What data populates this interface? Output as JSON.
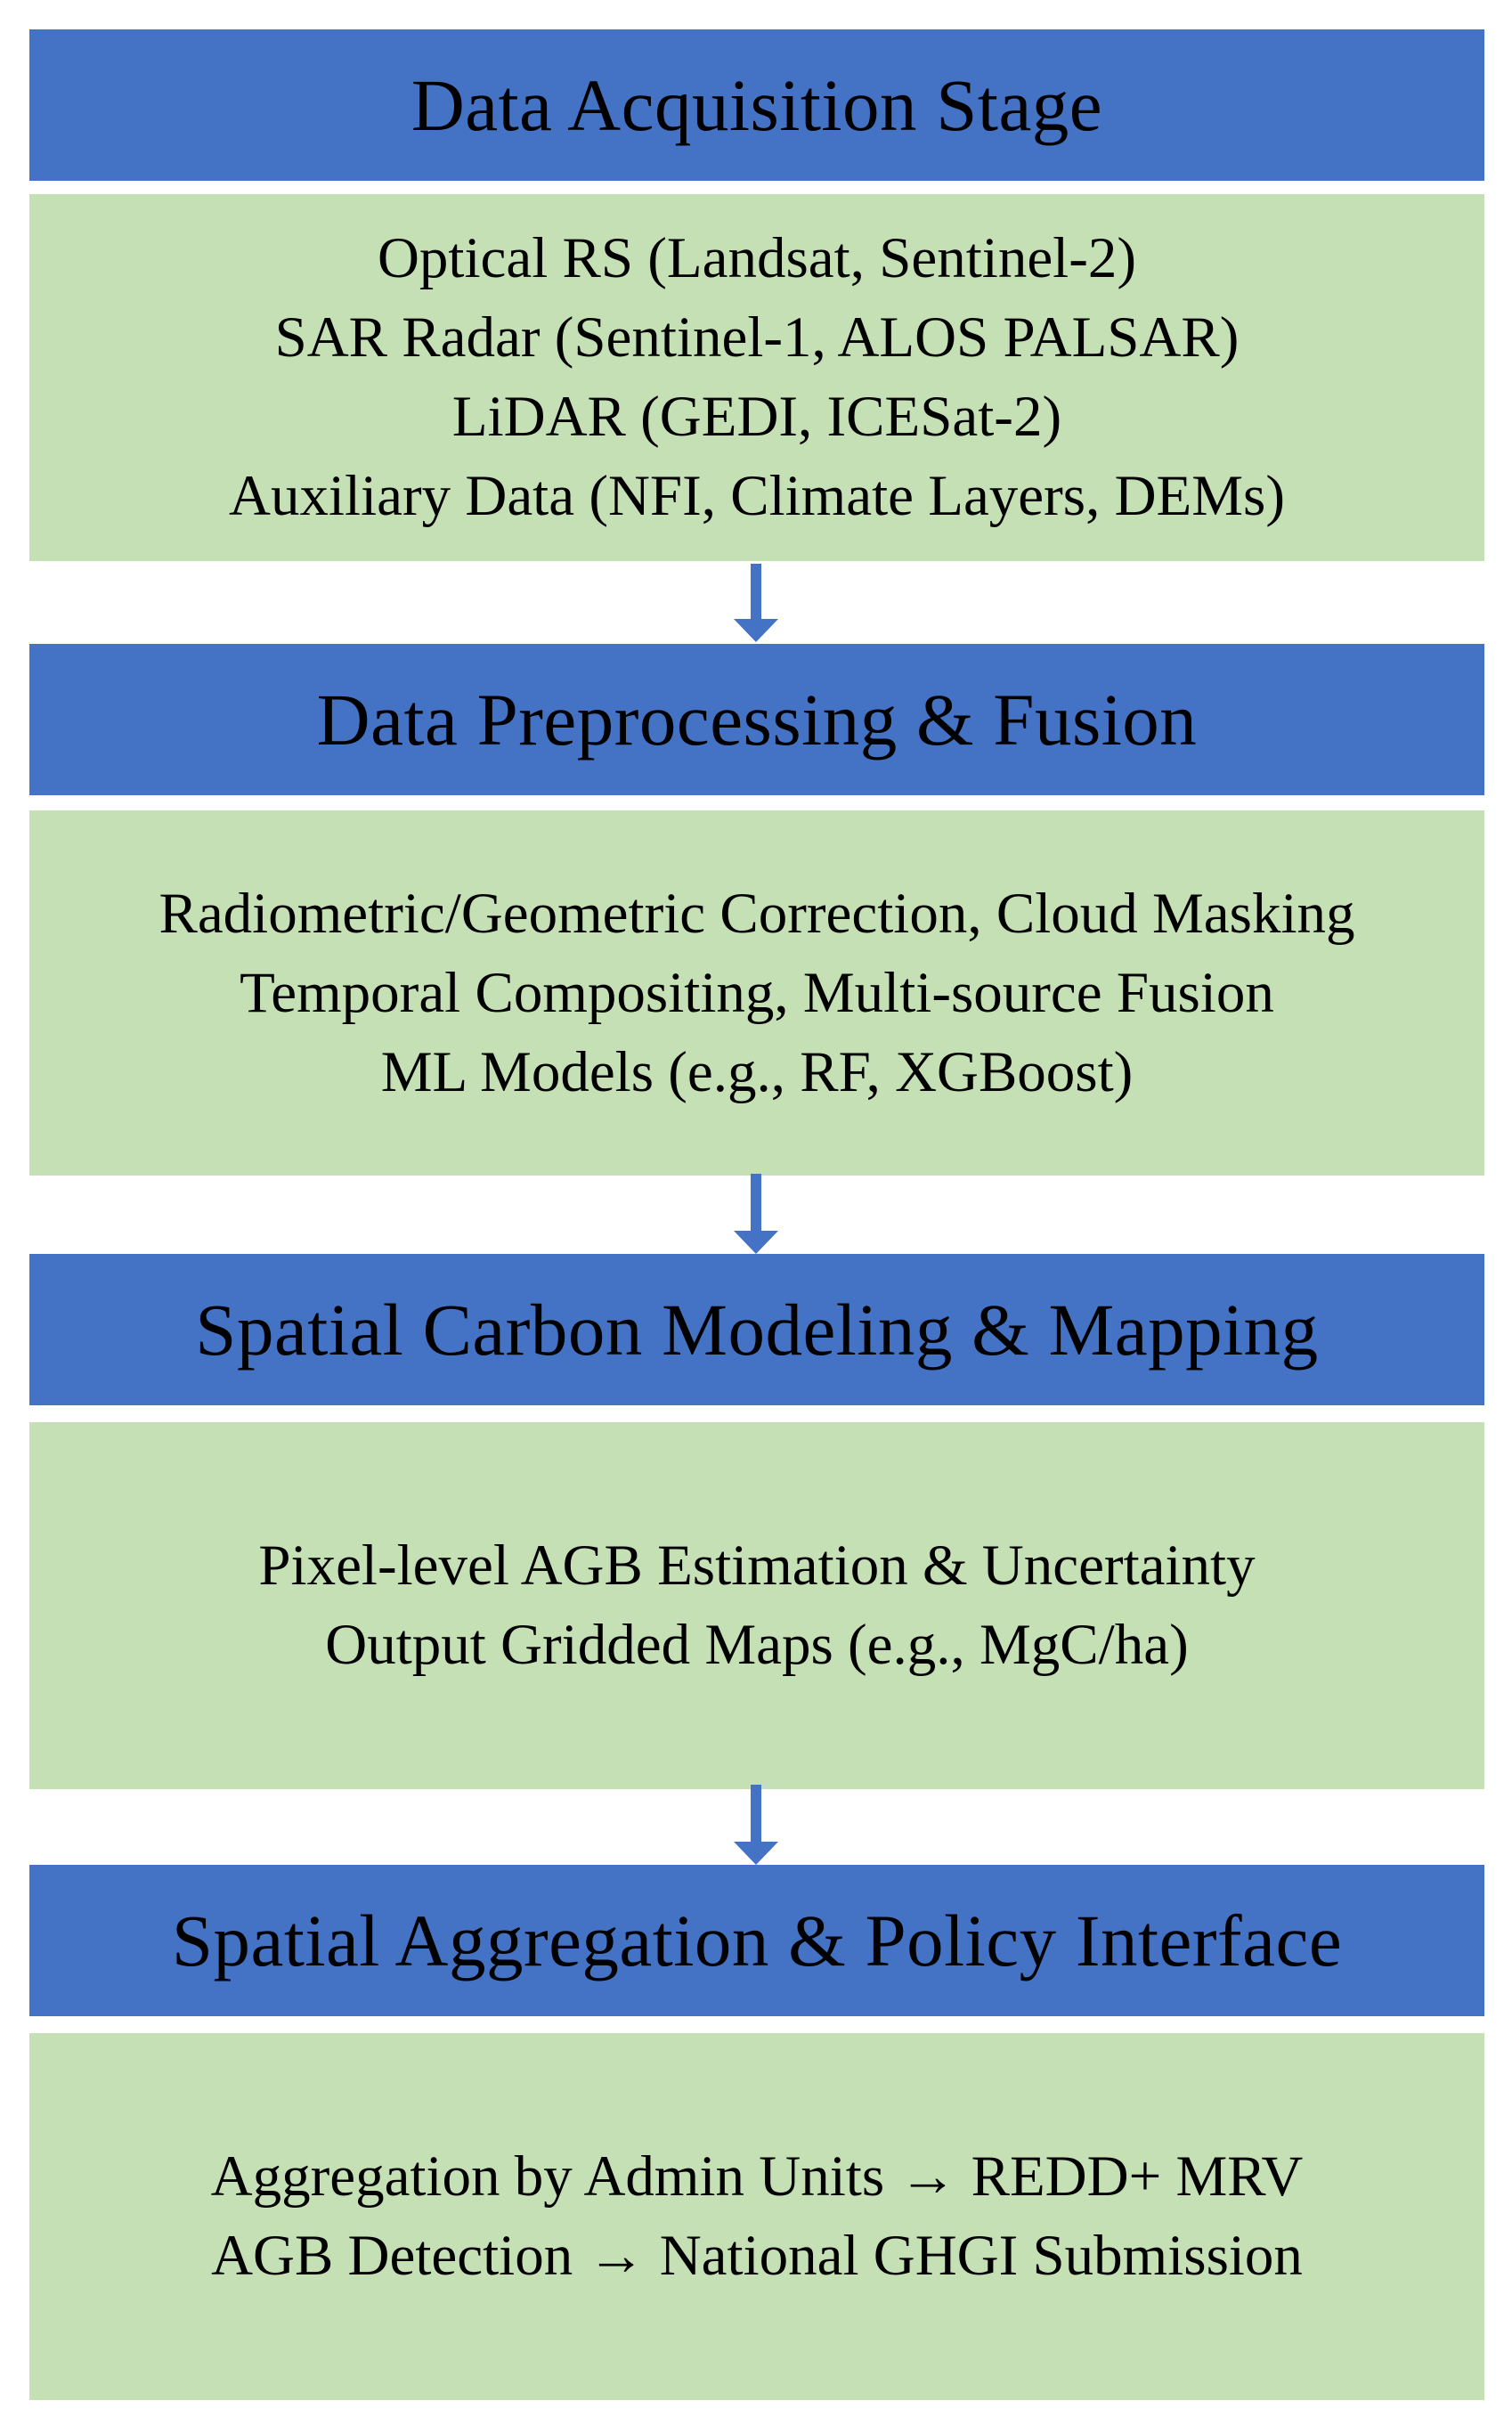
{
  "stages": [
    {
      "title": "Data Acquisition Stage",
      "lines": [
        "Optical RS (Landsat, Sentinel-2)",
        "SAR Radar (Sentinel-1, ALOS PALSAR)",
        "LiDAR (GEDI, ICESat-2)",
        "Auxiliary Data (NFI, Climate Layers, DEMs)"
      ]
    },
    {
      "title": "Data Preprocessing & Fusion",
      "lines": [
        "Radiometric/Geometric Correction, Cloud Masking",
        "Temporal Compositing, Multi-source Fusion",
        "ML Models (e.g., RF, XGBoost)"
      ]
    },
    {
      "title": "Spatial Carbon Modeling & Mapping",
      "lines": [
        "Pixel-level AGB Estimation & Uncertainty",
        "Output Gridded Maps (e.g., MgC/ha)"
      ]
    },
    {
      "title": "Spatial Aggregation & Policy Interface",
      "lines": [
        "Aggregation by Admin Units → REDD+ MRV",
        "AGB Detection → National GHGI Submission"
      ]
    }
  ],
  "colors": {
    "header_fill": "#4472C4",
    "body_fill": "#C5E0B4",
    "arrow": "#4472C4",
    "text": "#000000"
  }
}
